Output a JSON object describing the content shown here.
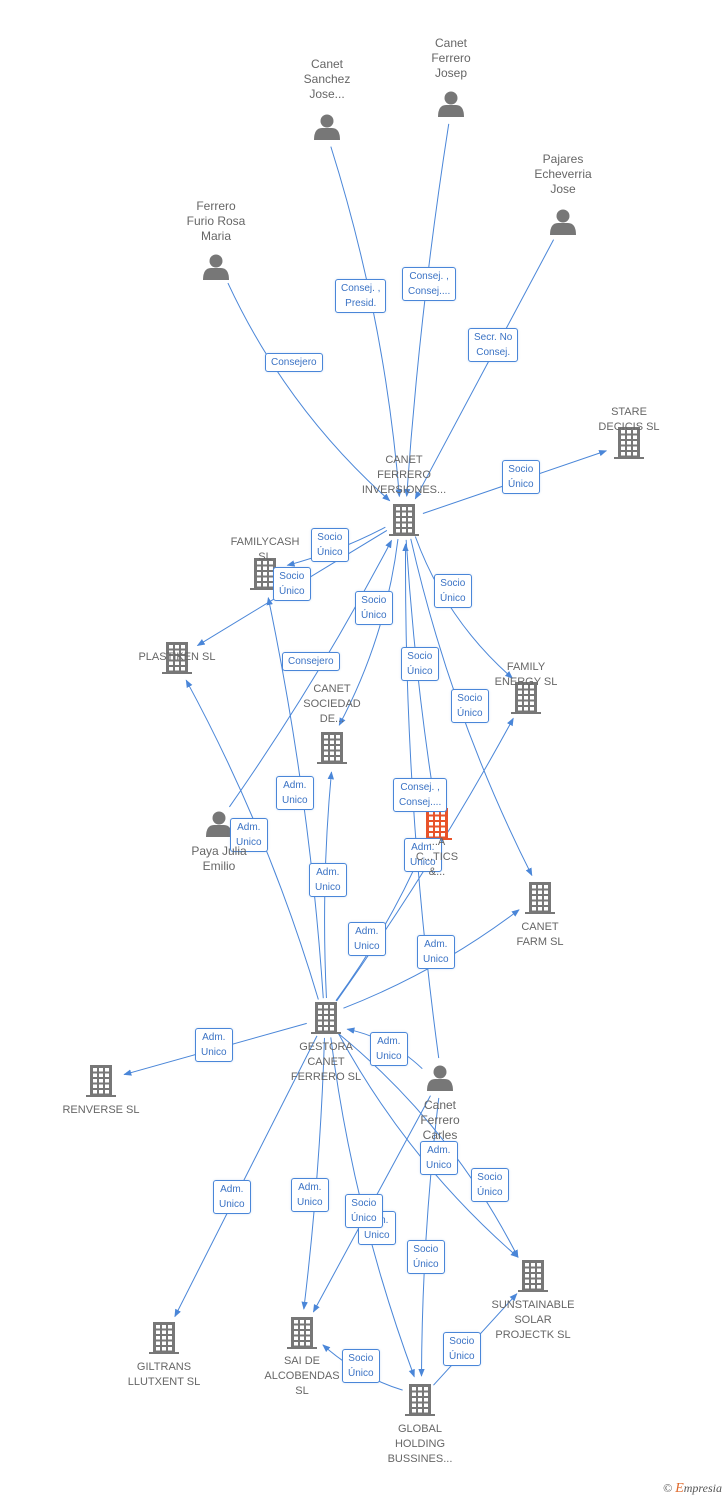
{
  "colors": {
    "edge": "#4a86d8",
    "person": "#777777",
    "company": "#777777",
    "highlight": "#e8532a",
    "label_text": "#666666",
    "edge_label_text": "#3a72c4"
  },
  "nodes": [
    {
      "id": "canet_sanchez",
      "type": "person",
      "icon": "person-icon",
      "label": "Canet\nSanchez\nJose..."
    },
    {
      "id": "canet_ferrero_josep",
      "type": "person",
      "icon": "person-icon",
      "label": "Canet\nFerrero\nJosep"
    },
    {
      "id": "pajares",
      "type": "person",
      "icon": "person-icon",
      "label": "Pajares\nEcheverria\nJose"
    },
    {
      "id": "ferrero_furio",
      "type": "person",
      "icon": "person-icon",
      "label": "Ferrero\nFurio Rosa\nMaria"
    },
    {
      "id": "stare_decicis",
      "type": "company",
      "icon": "building-icon",
      "label": "STARE\nDECICIS SL"
    },
    {
      "id": "canet_ferrero_inv",
      "type": "company",
      "icon": "building-icon",
      "label": "CANET\nFERRERO\nINVERSIONES..."
    },
    {
      "id": "familycash",
      "type": "company",
      "icon": "building-icon",
      "label": "FAMILYCASH\nSL"
    },
    {
      "id": "plastiken",
      "type": "company",
      "icon": "building-icon",
      "label": "PLASTIKEN SL"
    },
    {
      "id": "family_energy",
      "type": "company",
      "icon": "building-icon",
      "label": "FAMILY\nENERGY SL"
    },
    {
      "id": "canet_sociedad",
      "type": "company",
      "icon": "building-icon",
      "label": "CANET\nSOCIEDAD\nDE..."
    },
    {
      "id": "paya_julia",
      "type": "person",
      "icon": "person-icon",
      "label": "Paya Julia\nEmilio"
    },
    {
      "id": "highlight_co",
      "type": "company",
      "icon": "building-icon",
      "highlight": true,
      "label": "...A\nC...TICS\n&..."
    },
    {
      "id": "canet_farm",
      "type": "company",
      "icon": "building-icon",
      "label": "CANET\nFARM SL"
    },
    {
      "id": "gestora",
      "type": "company",
      "icon": "building-icon",
      "label": "GESTORA\nCANET\nFERRERO SL"
    },
    {
      "id": "renverse",
      "type": "company",
      "icon": "building-icon",
      "label": "RENVERSE SL"
    },
    {
      "id": "canet_ferrero_carles",
      "type": "person",
      "icon": "person-icon",
      "label": "Canet\nFerrero\nCarles"
    },
    {
      "id": "sunstainable",
      "type": "company",
      "icon": "building-icon",
      "label": "SUNSTAINABLE\nSOLAR\nPROJECTK SL"
    },
    {
      "id": "giltrans",
      "type": "company",
      "icon": "building-icon",
      "label": "GILTRANS\nLLUTXENT SL"
    },
    {
      "id": "sai_alcobendas",
      "type": "company",
      "icon": "building-icon",
      "label": "SAI DE\nALCOBENDAS\nSL"
    },
    {
      "id": "global_holding",
      "type": "company",
      "icon": "building-icon",
      "label": "GLOBAL\nHOLDING\nBUSSINES..."
    }
  ],
  "edges": [
    {
      "from": "canet_sanchez",
      "to": "canet_ferrero_inv",
      "label": "Consej. ,\nPresid."
    },
    {
      "from": "canet_ferrero_josep",
      "to": "canet_ferrero_inv",
      "label": "Consej. ,\nConsej...."
    },
    {
      "from": "pajares",
      "to": "canet_ferrero_inv",
      "label": "Secr. No\nConsej."
    },
    {
      "from": "ferrero_furio",
      "to": "canet_ferrero_inv",
      "label": "Consejero"
    },
    {
      "from": "canet_ferrero_inv",
      "to": "stare_decicis",
      "label": "Socio\nÚnico"
    },
    {
      "from": "canet_ferrero_inv",
      "to": "familycash",
      "label": "Socio\nÚnico"
    },
    {
      "from": "canet_ferrero_inv",
      "to": "plastiken",
      "label": "Socio\nÚnico"
    },
    {
      "from": "canet_ferrero_inv",
      "to": "canet_sociedad",
      "label": "Socio\nÚnico"
    },
    {
      "from": "canet_ferrero_inv",
      "to": "family_energy",
      "label": "Socio\nÚnico"
    },
    {
      "from": "canet_ferrero_inv",
      "to": "highlight_co",
      "label": "Socio\nÚnico"
    },
    {
      "from": "canet_ferrero_inv",
      "to": "canet_farm",
      "label": "Socio\nÚnico"
    },
    {
      "from": "paya_julia",
      "to": "canet_ferrero_inv",
      "label": "Consejero"
    },
    {
      "from": "canet_ferrero_carles",
      "to": "canet_ferrero_inv",
      "label": "Consej. ,\nConsej...."
    },
    {
      "from": "gestora",
      "to": "familycash",
      "label": "Adm.\nUnico"
    },
    {
      "from": "gestora",
      "to": "plastiken",
      "label": "Adm.\nUnico"
    },
    {
      "from": "gestora",
      "to": "canet_sociedad",
      "label": "Adm.\nUnico"
    },
    {
      "from": "gestora",
      "to": "family_energy",
      "label": "Adm.\nUnico"
    },
    {
      "from": "gestora",
      "to": "highlight_co",
      "label": "Adm.\nUnico"
    },
    {
      "from": "gestora",
      "to": "canet_farm",
      "label": "Adm.\nUnico"
    },
    {
      "from": "gestora",
      "to": "renverse",
      "label": "Adm.\nUnico"
    },
    {
      "from": "canet_ferrero_carles",
      "to": "gestora",
      "label": "Adm.\nUnico"
    },
    {
      "from": "gestora",
      "to": "giltrans",
      "label": "Adm.\nUnico"
    },
    {
      "from": "gestora",
      "to": "sai_alcobendas",
      "label": "Adm.\nUnico"
    },
    {
      "from": "gestora",
      "to": "sunstainable",
      "label": "Adm.\nUnico"
    },
    {
      "from": "gestora",
      "to": "global_holding",
      "label": "Adm.\nUnico"
    },
    {
      "from": "gestora",
      "to": "sunstainable",
      "label": "Socio\nÚnico"
    },
    {
      "from": "canet_ferrero_carles",
      "to": "sai_alcobendas",
      "label": "Socio\nÚnico"
    },
    {
      "from": "canet_ferrero_carles",
      "to": "global_holding",
      "label": "Socio\nÚnico"
    },
    {
      "from": "global_holding",
      "to": "sunstainable",
      "label": "Socio\nÚnico"
    },
    {
      "from": "global_holding",
      "to": "sai_alcobendas",
      "label": "Socio\nÚnico"
    }
  ],
  "brand": {
    "copyright": "©",
    "first_letter": "E",
    "rest": "mpresia"
  }
}
